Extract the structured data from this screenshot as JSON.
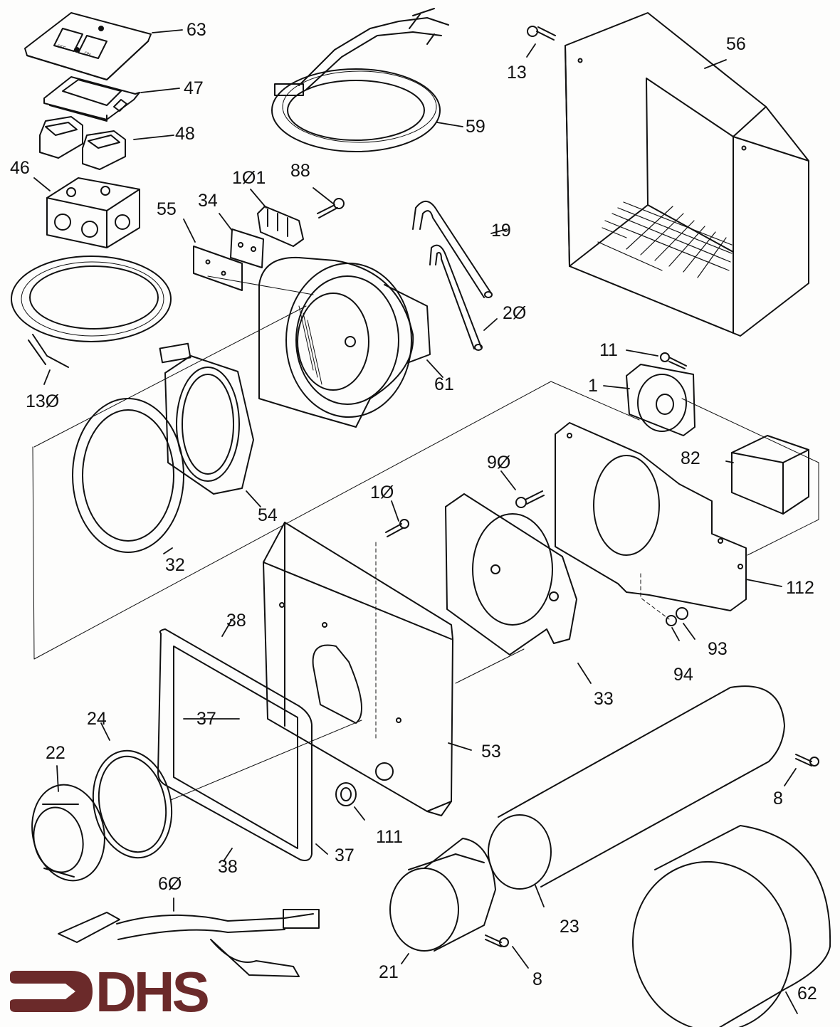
{
  "diagram": {
    "type": "exploded-parts-view",
    "brand": {
      "name": "DHS",
      "color": "#6b2a2a"
    },
    "line_color": "#111111",
    "background": "#fdfdfc",
    "callouts": [
      {
        "id": "63",
        "part": "switch-wall-plate"
      },
      {
        "id": "47",
        "part": "switch-mounting-bracket"
      },
      {
        "id": "48",
        "part": "rocker-switches"
      },
      {
        "id": "46",
        "part": "electrical-junction-box"
      },
      {
        "id": "59",
        "part": "wire-harness-top"
      },
      {
        "id": "13",
        "part": "screw-top"
      },
      {
        "id": "56",
        "part": "cabinet-cover"
      },
      {
        "id": "101",
        "part": "terminal-block"
      },
      {
        "id": "88",
        "part": "terminal-screw"
      },
      {
        "id": "34",
        "part": "insulator-plate"
      },
      {
        "id": "55",
        "part": "terminal-mount-strip"
      },
      {
        "id": "19",
        "part": "hose-upper"
      },
      {
        "id": "20",
        "part": "hose-lower"
      },
      {
        "id": "61",
        "part": "blower-assembly"
      },
      {
        "id": "130",
        "part": "power-cord-harness"
      },
      {
        "id": "11",
        "part": "switch-screw"
      },
      {
        "id": "1",
        "part": "pressure-switch"
      },
      {
        "id": "82",
        "part": "control-module"
      },
      {
        "id": "90",
        "part": "mounting-screw"
      },
      {
        "id": "112",
        "part": "blower-mount-plate"
      },
      {
        "id": "54",
        "part": "blower-gasket"
      },
      {
        "id": "32",
        "part": "outer-gasket"
      },
      {
        "id": "10",
        "part": "chassis-screw"
      },
      {
        "id": "33",
        "part": "plate-gasket"
      },
      {
        "id": "93",
        "part": "hex-nut"
      },
      {
        "id": "94",
        "part": "star-washer"
      },
      {
        "id": "38",
        "part": "frame-trim-horizontal"
      },
      {
        "id": "37",
        "part": "frame-trim-vertical"
      },
      {
        "id": "53",
        "part": "chassis-back-panel"
      },
      {
        "id": "24",
        "part": "vent-gasket"
      },
      {
        "id": "22",
        "part": "vent-cap"
      },
      {
        "id": "111",
        "part": "grommet"
      },
      {
        "id": "8",
        "part": "pipe-screw"
      },
      {
        "id": "23",
        "part": "vent-pipe"
      },
      {
        "id": "21",
        "part": "pipe-coupler"
      },
      {
        "id": "62",
        "part": "outer-sleeve"
      },
      {
        "id": "60",
        "part": "internal-harness"
      }
    ],
    "labels": {
      "l63": "63",
      "l47": "47",
      "l48": "48",
      "l46": "46",
      "l59": "59",
      "l13": "13",
      "l56": "56",
      "l101": "1Ø1",
      "l88": "88",
      "l34": "34",
      "l55": "55",
      "l19": "19",
      "l20": "2Ø",
      "l61": "61",
      "l130": "13Ø",
      "l11": "11",
      "l1": "1",
      "l82": "82",
      "l90": "9Ø",
      "l112": "112",
      "l54": "54",
      "l32": "32",
      "l10": "1Ø",
      "l33": "33",
      "l93": "93",
      "l94": "94",
      "l38a": "38",
      "l38b": "38",
      "l37a": "37",
      "l37b": "37",
      "l53": "53",
      "l24": "24",
      "l22": "22",
      "l111": "111",
      "l8a": "8",
      "l8b": "8",
      "l23": "23",
      "l21": "21",
      "l62": "62",
      "l60": "6Ø"
    },
    "plate_text": {
      "off": "OFF",
      "on": "ON"
    }
  }
}
